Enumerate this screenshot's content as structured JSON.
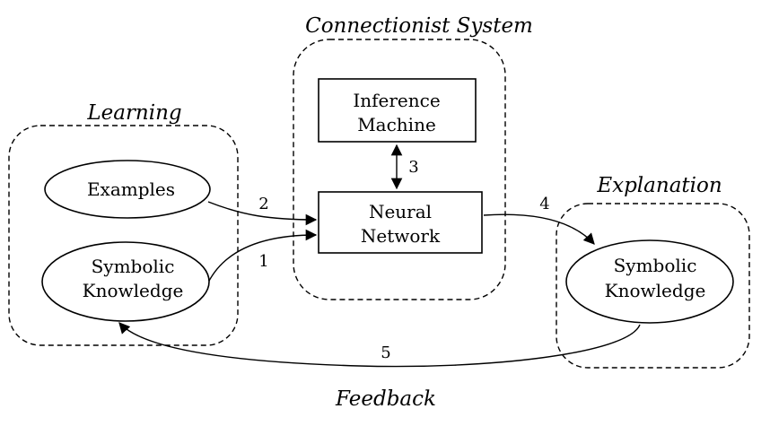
{
  "regions": {
    "connectionist": "Connectionist System",
    "learning": "Learning",
    "explanation": "Explanation",
    "feedback": "Feedback"
  },
  "nodes": {
    "inference_line1": "Inference",
    "inference_line2": "Machine",
    "neural_line1": "Neural",
    "neural_line2": "Network",
    "examples": "Examples",
    "sym_in_line1": "Symbolic",
    "sym_in_line2": "Knowledge",
    "sym_out_line1": "Symbolic",
    "sym_out_line2": "Knowledge"
  },
  "edges": {
    "e1": "1",
    "e2": "2",
    "e3": "3",
    "e4": "4",
    "e5": "5"
  }
}
